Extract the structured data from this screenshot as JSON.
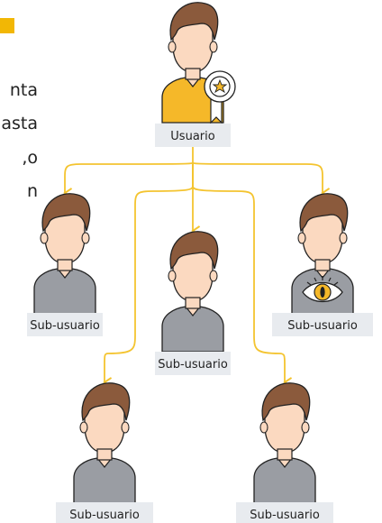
{
  "left_text_fragments": [
    "nta",
    "asta",
    "o,",
    "n"
  ],
  "nodes": {
    "root": {
      "label": "Usuario",
      "badge_icon": "star-badge-icon"
    },
    "children": [
      {
        "label": "Sub-usuario",
        "variant": "gray"
      },
      {
        "label": "Sub-usuario",
        "variant": "gray"
      },
      {
        "label": "Sub-usuario",
        "variant": "gray-eye",
        "overlay_icon": "eye-icon"
      },
      {
        "label": "Sub-usuario",
        "variant": "gray"
      },
      {
        "label": "Sub-usuario",
        "variant": "gray"
      }
    ]
  },
  "colors": {
    "accent": "#f2b705",
    "connector": "#f4c430",
    "shirt_root": "#f5b829",
    "shirt_sub": "#9a9da3",
    "hair": "#8b5a3c",
    "skin": "#fbd9c0",
    "label_bg": "#e8ebef"
  }
}
